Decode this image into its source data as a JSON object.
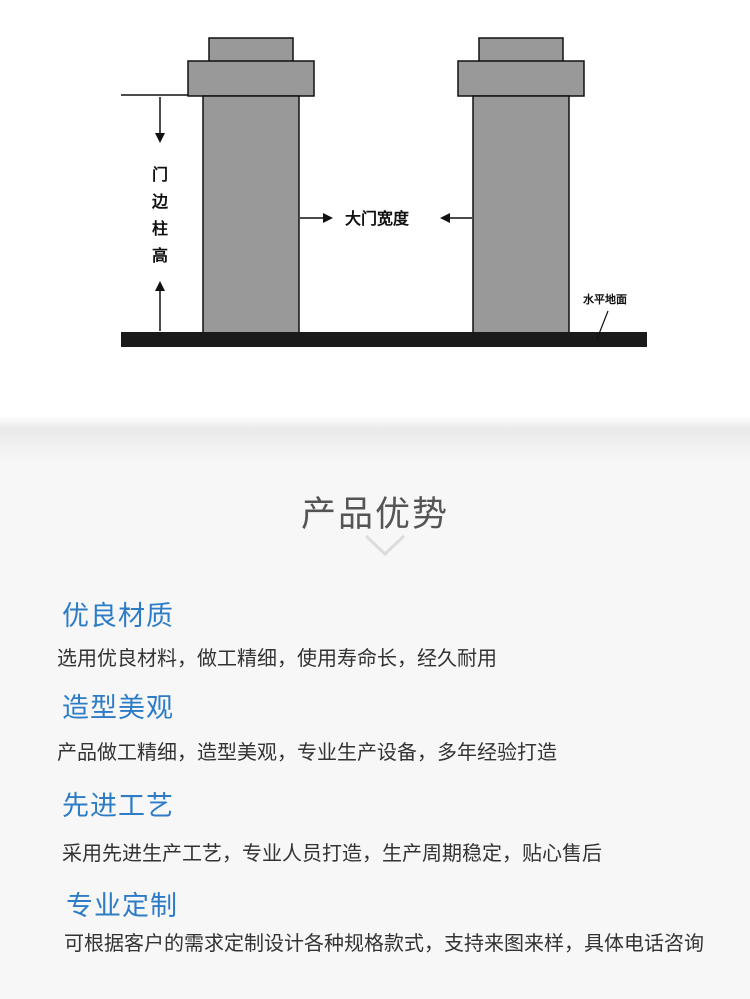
{
  "diagram": {
    "height_label": [
      "门",
      "边",
      "柱",
      "高"
    ],
    "width_label": "大门宽度",
    "ground_label": "水平地面"
  },
  "section": {
    "title": "产品优势"
  },
  "features": [
    {
      "title": "优良材质",
      "desc": "选用优良材料，做工精细，使用寿命长，经久耐用"
    },
    {
      "title": "造型美观",
      "desc": "产品做工精细，造型美观，专业生产设备，多年经验打造"
    },
    {
      "title": "先进工艺",
      "desc": "采用先进生产工艺，专业人员打造，生产周期稳定，贴心售后"
    },
    {
      "title": "专业定制",
      "desc": "可根据客户的需求定制设计各种规格款式，支持来图来样，具体电话咨询"
    }
  ]
}
